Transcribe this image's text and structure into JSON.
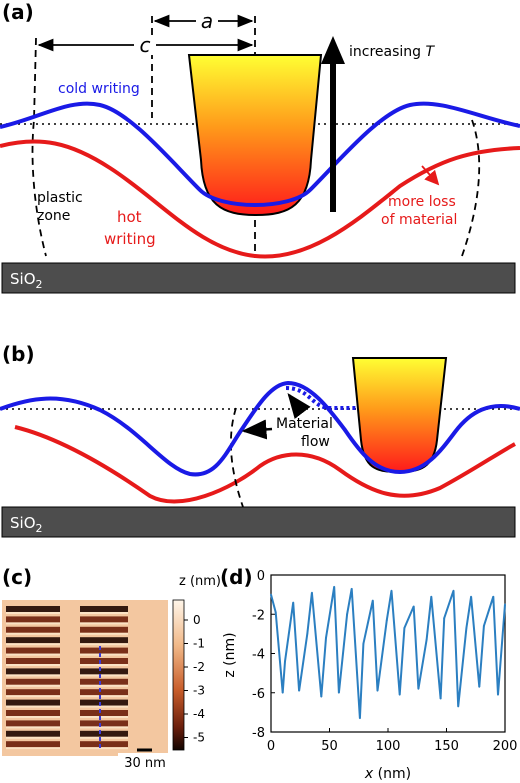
{
  "panel_a": {
    "label": "(a)",
    "dim_a": "a",
    "dim_c": "c",
    "arrow_label_prefix": "increasing ",
    "arrow_label_var": "T",
    "cold_label": "cold writing",
    "hot_label_1": "hot",
    "hot_label_2": "writing",
    "plastic_1": "plastic",
    "plastic_2": "zone",
    "loss_1": "more loss",
    "loss_2": "of material",
    "substrate": "SiO",
    "substrate_sub": "2"
  },
  "panel_b": {
    "label": "(b)",
    "flow_1": "Material",
    "flow_2": "flow",
    "substrate": "SiO",
    "substrate_sub": "2"
  },
  "panel_c": {
    "label": "(c)",
    "colorbar_title": "z (nm)",
    "colorbar_ticks": [
      "0",
      "-1",
      "-2",
      "-3",
      "-4",
      "-5"
    ],
    "scalebar": "30 nm"
  },
  "colors": {
    "cold": "#1a1ae6",
    "hot": "#e61a1a",
    "substrate": "#4d4d4d",
    "line_d": "#2b7fc1"
  },
  "chart_data": {
    "type": "line",
    "title": "(d)",
    "xlabel_var": "x",
    "xlabel_unit": " (nm)",
    "ylabel": "z (nm)",
    "xlim": [
      0,
      200
    ],
    "ylim": [
      -8,
      0
    ],
    "xticks": [
      0,
      50,
      100,
      150,
      200
    ],
    "yticks": [
      0,
      -2,
      -4,
      -6,
      -8
    ],
    "x": [
      0,
      4,
      10,
      12,
      19,
      24,
      31,
      35,
      43,
      47,
      54,
      58,
      65,
      69,
      76,
      79,
      87,
      91,
      99,
      103,
      110,
      114,
      122,
      126,
      133,
      137,
      145,
      148,
      156,
      160,
      167,
      171,
      178,
      182,
      190,
      194,
      200
    ],
    "y": [
      -1.0,
      -1.9,
      -6.0,
      -4.4,
      -1.4,
      -5.9,
      -3.0,
      -0.9,
      -6.2,
      -3.2,
      -0.6,
      -6.0,
      -2.0,
      -0.7,
      -7.3,
      -3.5,
      -1.3,
      -5.9,
      -2.3,
      -0.8,
      -6.1,
      -2.7,
      -1.6,
      -5.8,
      -3.3,
      -1.1,
      -6.3,
      -2.2,
      -0.8,
      -6.7,
      -2.7,
      -1.1,
      -5.7,
      -2.6,
      -1.1,
      -6.1,
      -1.5
    ]
  }
}
